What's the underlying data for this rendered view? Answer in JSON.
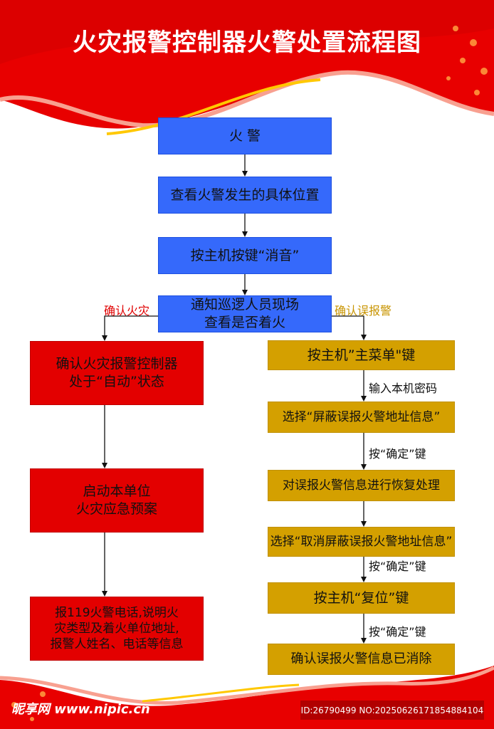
{
  "title": "火灾报警控制器火警处置流程图",
  "main_steps": [
    "火 警",
    "查看火警发生的具体位置",
    "按主机按键“消音”",
    "通知巡逻人员现场\n查看是否着火"
  ],
  "branch_labels": {
    "fire": "确认火灾",
    "false_alarm": "确认误报警"
  },
  "fire_steps": [
    "确认火灾报警控制器\n处于“自动”状态",
    "启动本单位\n火灾应急预案",
    "报119火警电话,说明火\n灾类型及着火单位地址,\n报警人姓名、电话等信息"
  ],
  "false_alarm_steps": [
    "按主机”主菜单\"键",
    "选择“屏蔽误报火警地址信息”",
    "对误报火警信息进行恢复处理",
    "选择“取消屏蔽误报火警地址信息”",
    "按主机“复位”键",
    "确认误报火警信息已消除"
  ],
  "arrow_labels": [
    "输入本机密码",
    "按“确定”键",
    "按“确定”键",
    "按“确定”键"
  ],
  "watermark": {
    "logo": "昵享网 www.nipic.cn",
    "id": "ID:26790499 NO:20250626171854884104"
  },
  "colors": {
    "blue": "#3569fb",
    "red": "#e30000",
    "gold": "#d4a000"
  }
}
